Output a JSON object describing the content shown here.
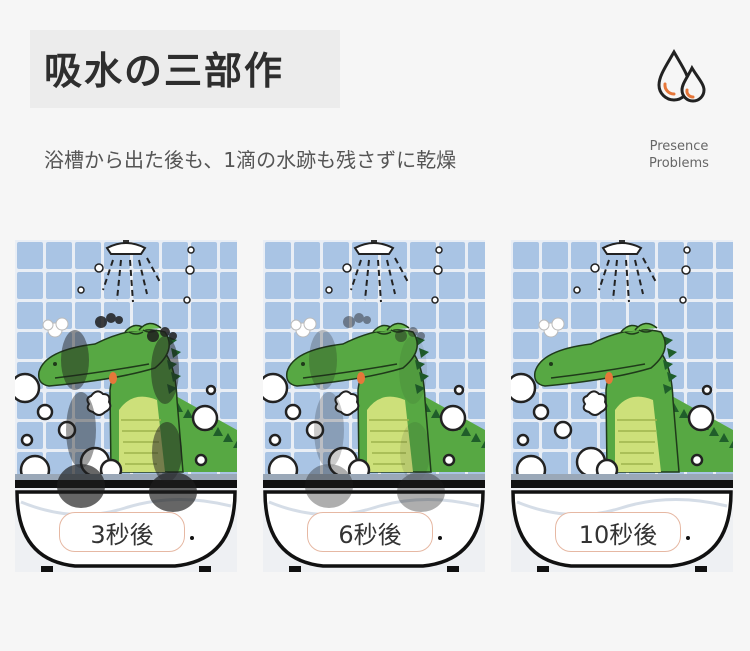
{
  "header": {
    "title": "吸水の三部作",
    "subtitle": "浴槽から出た後も、1滴の水跡も残さずに乾燥"
  },
  "brand": {
    "icon": "water-drops-icon",
    "line1": "Presence",
    "line2": "Problems"
  },
  "panels": [
    {
      "label": "3秒後",
      "wetness": 0.9
    },
    {
      "label": "6秒後",
      "wetness": 0.45
    },
    {
      "label": "10秒後",
      "wetness": 0.0
    }
  ],
  "colors": {
    "tile": "#a9c4e4",
    "grout": "#e9eef5",
    "croc": "#57a843",
    "croc_belly": "#cde07a",
    "accent_orange": "#e6773a"
  }
}
